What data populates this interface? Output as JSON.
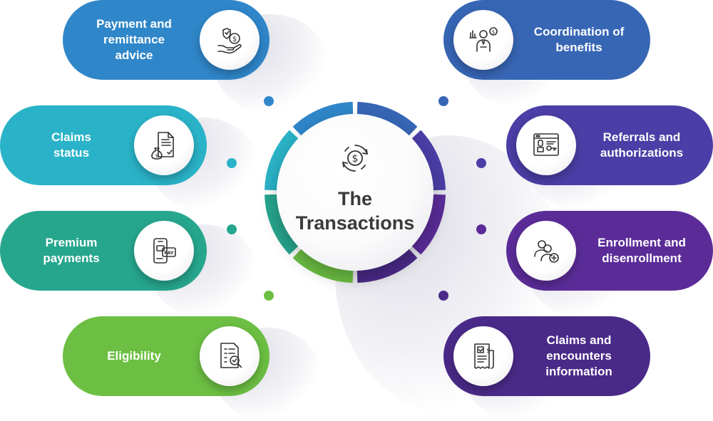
{
  "center": {
    "title": "The\nTransactions",
    "icon": "dollar-cycle-icon"
  },
  "items": [
    {
      "label": "Payment and\nremittance\nadvice",
      "icon": "hand-dollar-shield-icon",
      "color": "#2f86c9"
    },
    {
      "label": "Claims\nstatus",
      "icon": "document-money-bag-icon",
      "color": "#2ab3c8"
    },
    {
      "label": "Premium\npayments",
      "icon": "mobile-pay-icon",
      "color": "#27a68e"
    },
    {
      "label": "Eligibility",
      "icon": "checklist-magnifier-icon",
      "color": "#6cbf43"
    },
    {
      "label": "Coordination of\nbenefits",
      "icon": "businessman-chart-icon",
      "color": "#3766b5"
    },
    {
      "label": "Referrals and\nauthorizations",
      "icon": "browser-key-icon",
      "color": "#4b3ea6"
    },
    {
      "label": "Enrollment and\ndisenrollment",
      "icon": "users-add-icon",
      "color": "#5b2c98"
    },
    {
      "label": "Claims and\nencounters\ninformation",
      "icon": "invoice-dollar-icon",
      "color": "#4a2a88"
    }
  ]
}
